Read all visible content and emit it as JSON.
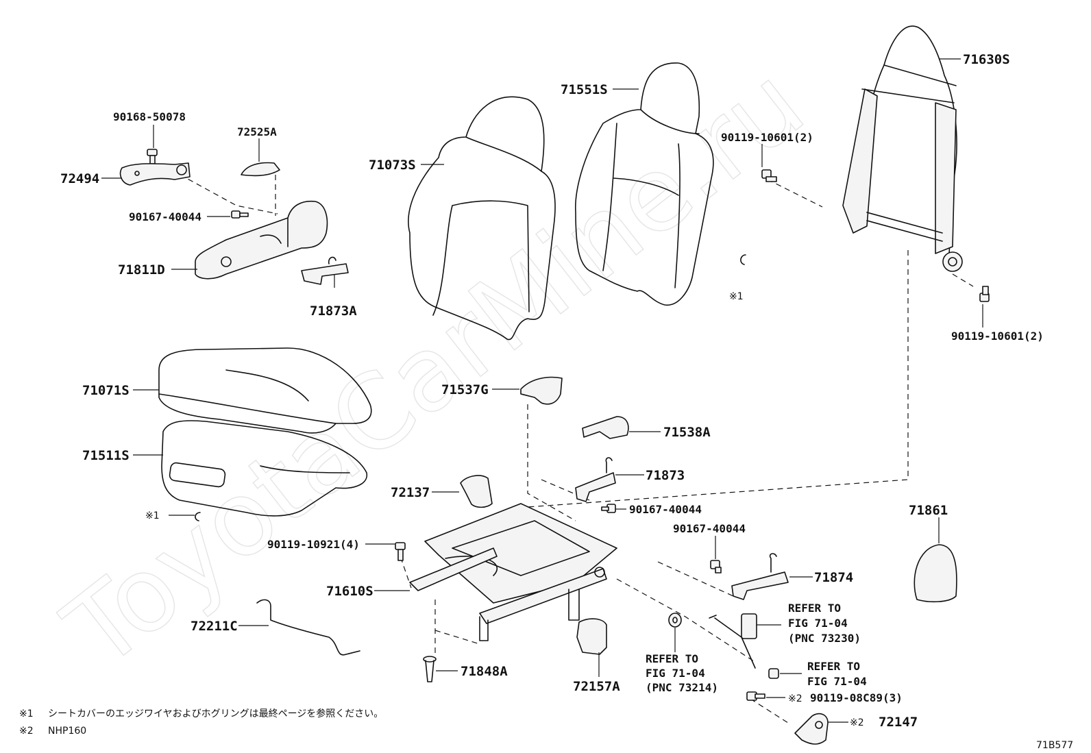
{
  "watermark": "ToyotaCarMine.ru",
  "figure_code": "71B577",
  "labels": {
    "p90168_50078": "90168-50078",
    "p72525A": "72525A",
    "p72494": "72494",
    "p90167_40044_a": "90167-40044",
    "p71811D": "71811D",
    "p71873A": "71873A",
    "p71073S": "71073S",
    "p71551S": "71551S",
    "p71630S": "71630S",
    "p90119_10601_a": "90119-10601(2)",
    "p90119_10601_b": "90119-10601(2)",
    "note1_mark_a": "※1",
    "p71071S": "71071S",
    "p71511S": "71511S",
    "note1_mark_b": "※1",
    "p71537G": "71537G",
    "p71538A": "71538A",
    "p71873": "71873",
    "p72137": "72137",
    "p90167_40044_b": "90167-40044",
    "p90167_40044_c": "90167-40044",
    "p71861": "71861",
    "p90119_10921": "90119-10921(4)",
    "p71874": "71874",
    "p71610S": "71610S",
    "p72211C": "72211C",
    "p71848A": "71848A",
    "p72157A": "72157A",
    "refer_a": [
      "REFER TO",
      "FIG 71-04",
      "(PNC 73214)"
    ],
    "refer_b": [
      "REFER TO",
      "FIG 71-04",
      "(PNC 73230)"
    ],
    "refer_c": [
      "REFER TO",
      "FIG 71-04"
    ],
    "p90119_08C89": "90119-08C89(3)",
    "p72147": "72147",
    "mark2_a": "※2",
    "mark2_b": "※2"
  },
  "footnotes": {
    "note1_mark": "※1",
    "note1_text": "シートカバーのエッジワイヤおよびホグリングは最終ページを参照ください。",
    "note2_mark": "※2",
    "note2_text": "NHP160"
  }
}
